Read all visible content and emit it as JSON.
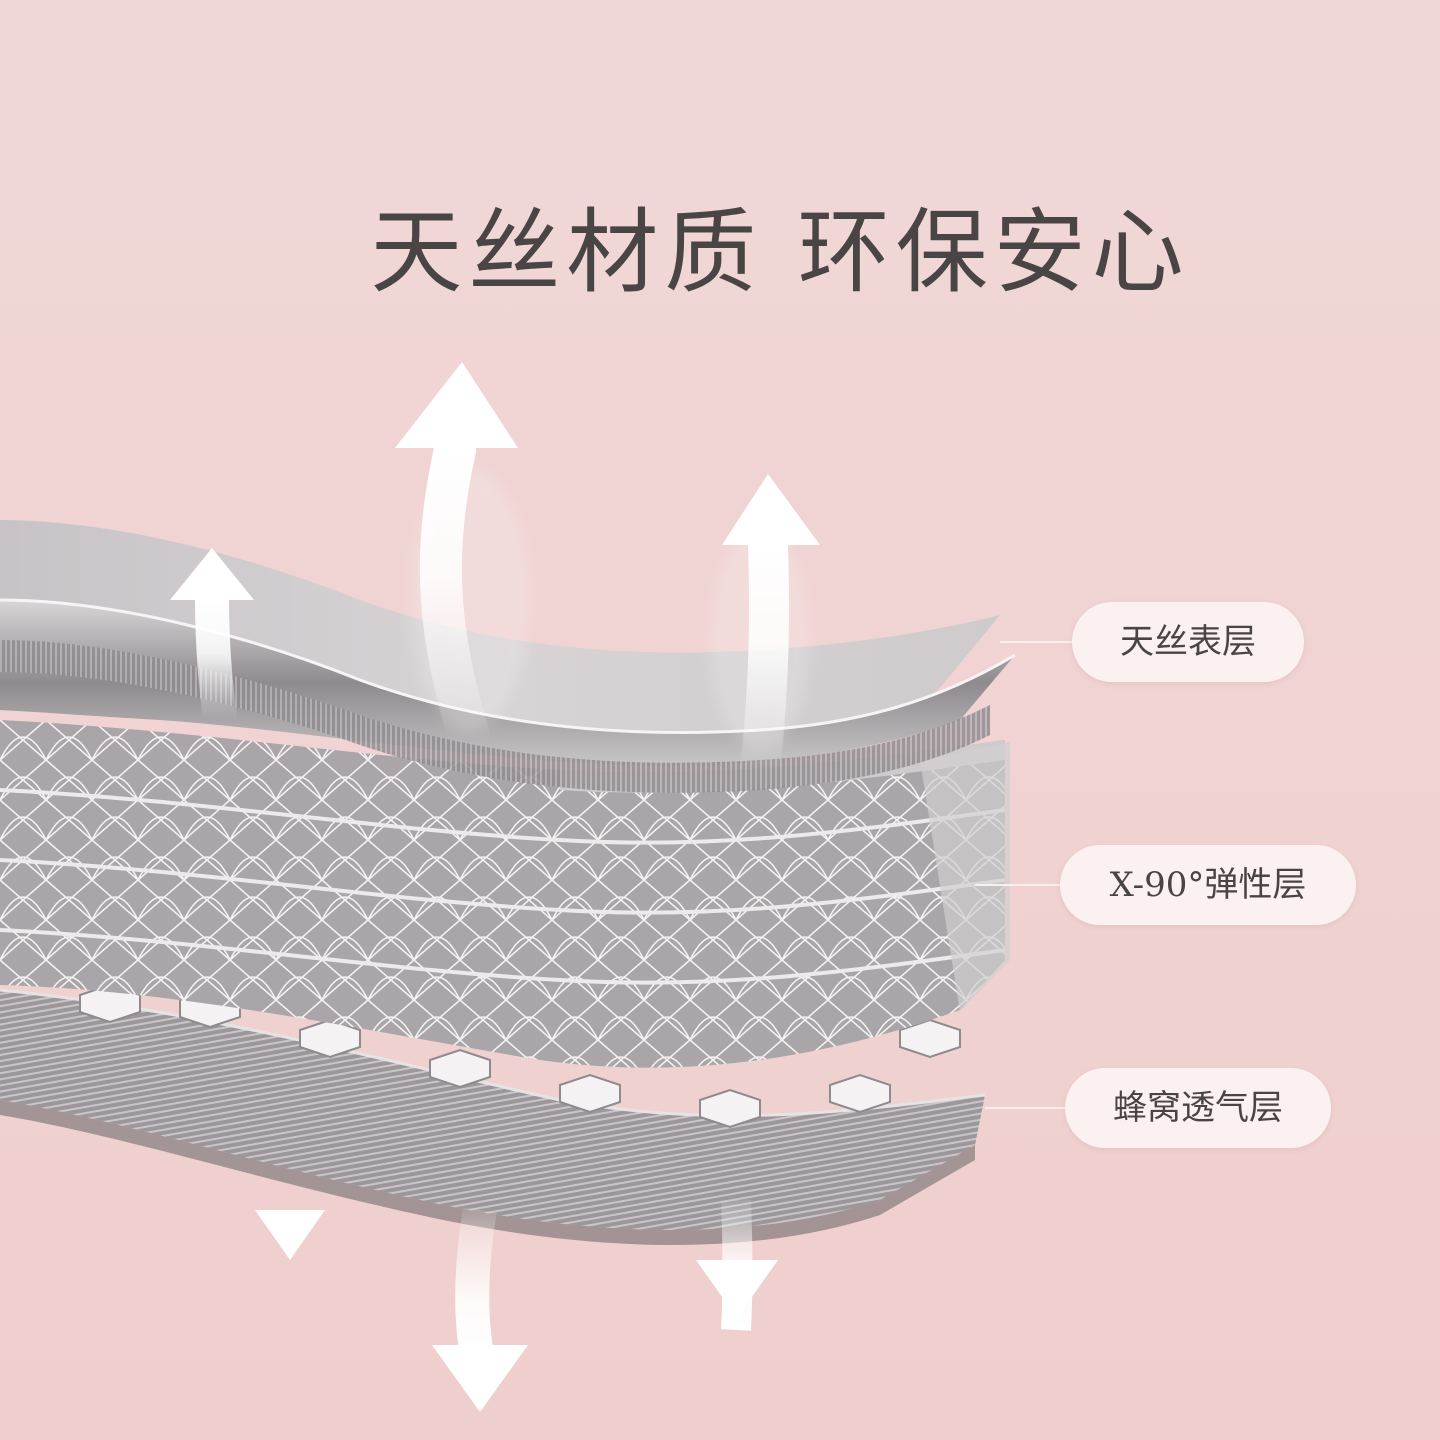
{
  "headline": "天丝材质 环保安心",
  "layers": [
    {
      "label": "天丝表层"
    },
    {
      "label": "X-90°弹性层"
    },
    {
      "label": "蜂窝透气层"
    }
  ],
  "colors": {
    "background": "#f2d9d8",
    "headline_text": "#4a4545",
    "label_pill": "#fbf1f0",
    "layer_gray": "#9a9698",
    "arrow": "#ffffff"
  },
  "icons": [
    "arrow-up-icon",
    "arrow-updown-icon"
  ]
}
